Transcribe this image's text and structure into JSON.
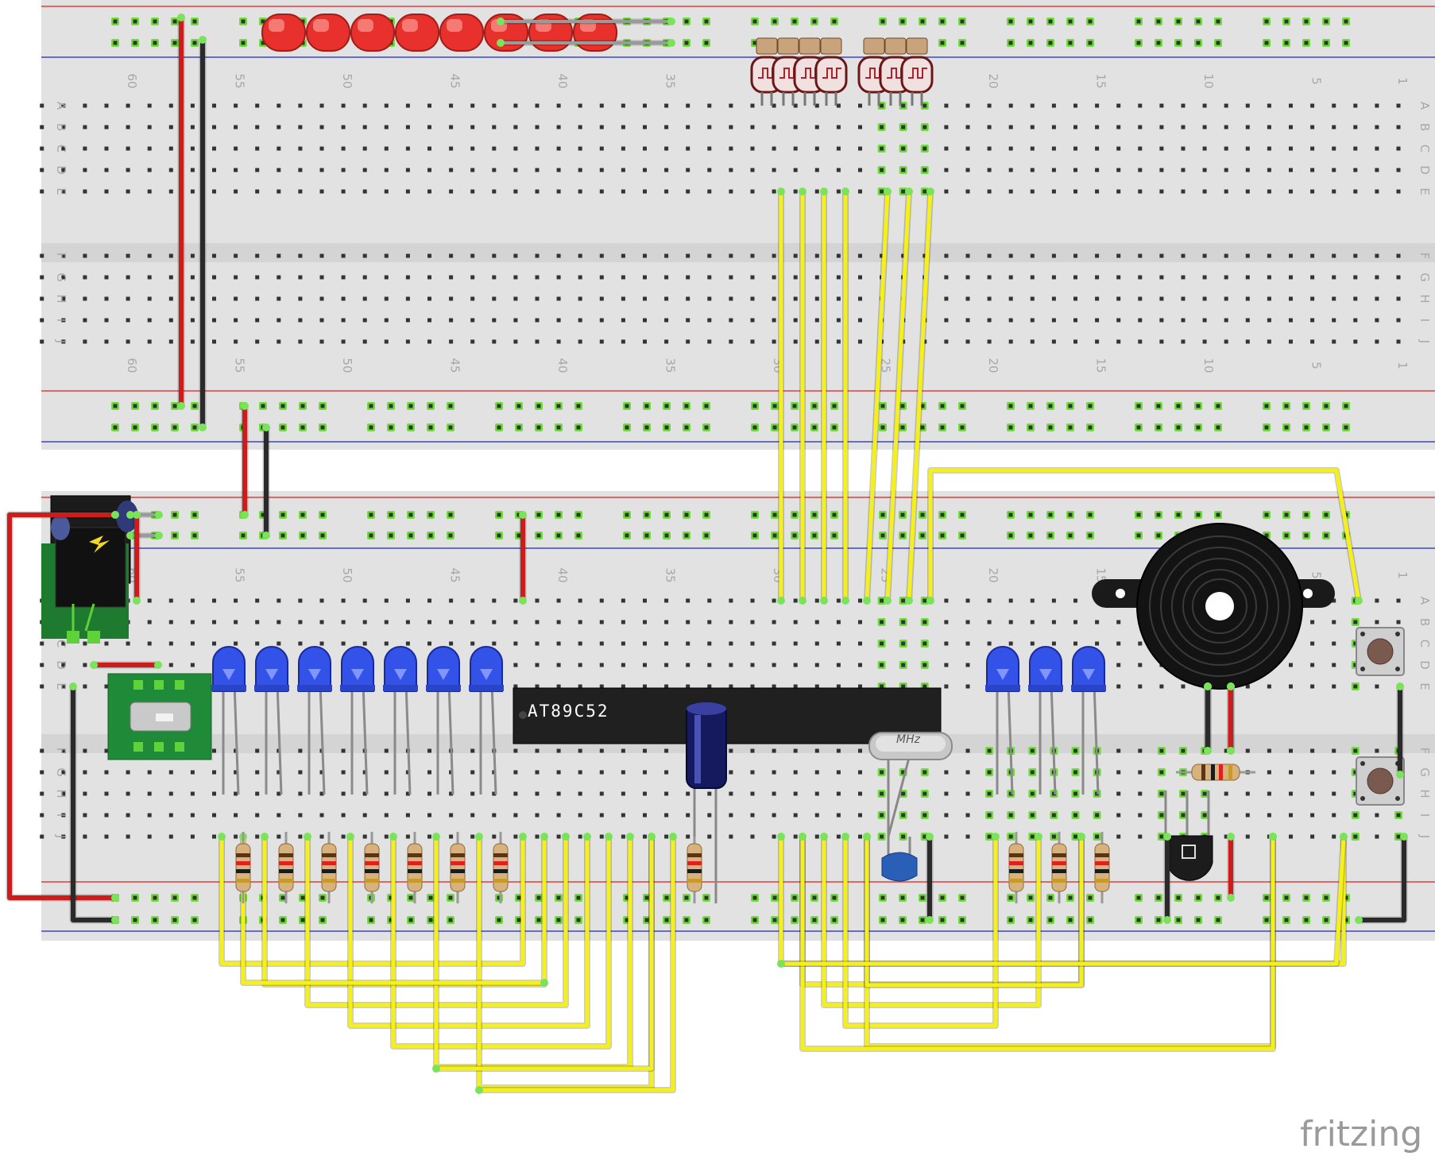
{
  "diagram": {
    "tool_logo": "fritzing",
    "ic_label": "AT89C52",
    "crystal_label": "MHz",
    "breadboard_row_letters_top": [
      "A",
      "B",
      "C",
      "D",
      "E"
    ],
    "breadboard_row_letters_bottom": [
      "F",
      "G",
      "H",
      "I",
      "J"
    ],
    "column_numbers": [
      "60",
      "55",
      "50",
      "45",
      "40",
      "35",
      "30",
      "25",
      "20",
      "15",
      "10",
      "5",
      "1"
    ],
    "components": [
      {
        "name": "red-led-bar",
        "count": 8
      },
      {
        "name": "ldr-photoresistor",
        "count": 7
      },
      {
        "name": "blue-led",
        "count": 10
      },
      {
        "name": "resistor",
        "count": 12
      },
      {
        "name": "dc-power-jack",
        "count": 1
      },
      {
        "name": "slide-switch",
        "count": 1
      },
      {
        "name": "microcontroller-dip40",
        "count": 1
      },
      {
        "name": "electrolytic-capacitor",
        "count": 1
      },
      {
        "name": "crystal-oscillator",
        "count": 1
      },
      {
        "name": "ceramic-capacitor",
        "count": 1
      },
      {
        "name": "piezo-buzzer",
        "count": 1
      },
      {
        "name": "transistor",
        "count": 1
      },
      {
        "name": "push-button",
        "count": 2
      }
    ],
    "wire_colors": {
      "power": "#cc1c1c",
      "ground": "#2a2a2a",
      "signal": "#f5ef1a"
    },
    "rail_colors": {
      "positive": "#e0403c",
      "negative": "#3b47cc"
    },
    "board_color": "#e2e2e2",
    "hole_connected_color": "#6fdc3e"
  }
}
